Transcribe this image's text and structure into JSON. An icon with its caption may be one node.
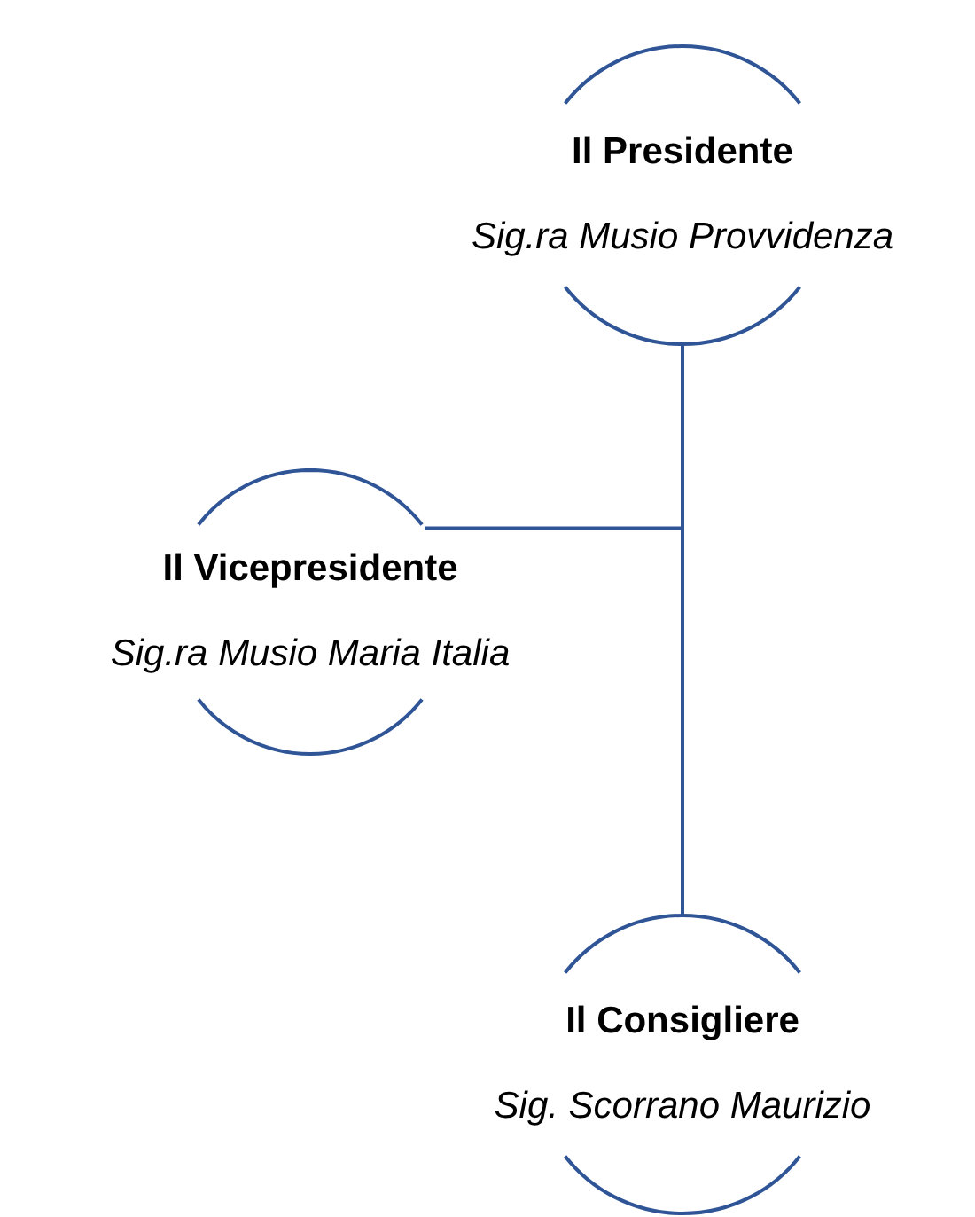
{
  "diagram": {
    "nodes": [
      {
        "text": [
          "Il Presidente",
          "Sig.ra Musio Provvidenza"
        ]
      },
      {
        "text": [
          "Il Vicepresidente",
          "Sig.ra Musio Maria Italia"
        ]
      },
      {
        "text": [
          "Il Consigliere",
          "Sig. Scorrano Maurizio"
        ]
      }
    ],
    "edges": [
      {
        "from": 0,
        "to": 1,
        "arrow": "none"
      },
      {
        "from": 0,
        "to": 2,
        "arrow": "none"
      }
    ]
  }
}
